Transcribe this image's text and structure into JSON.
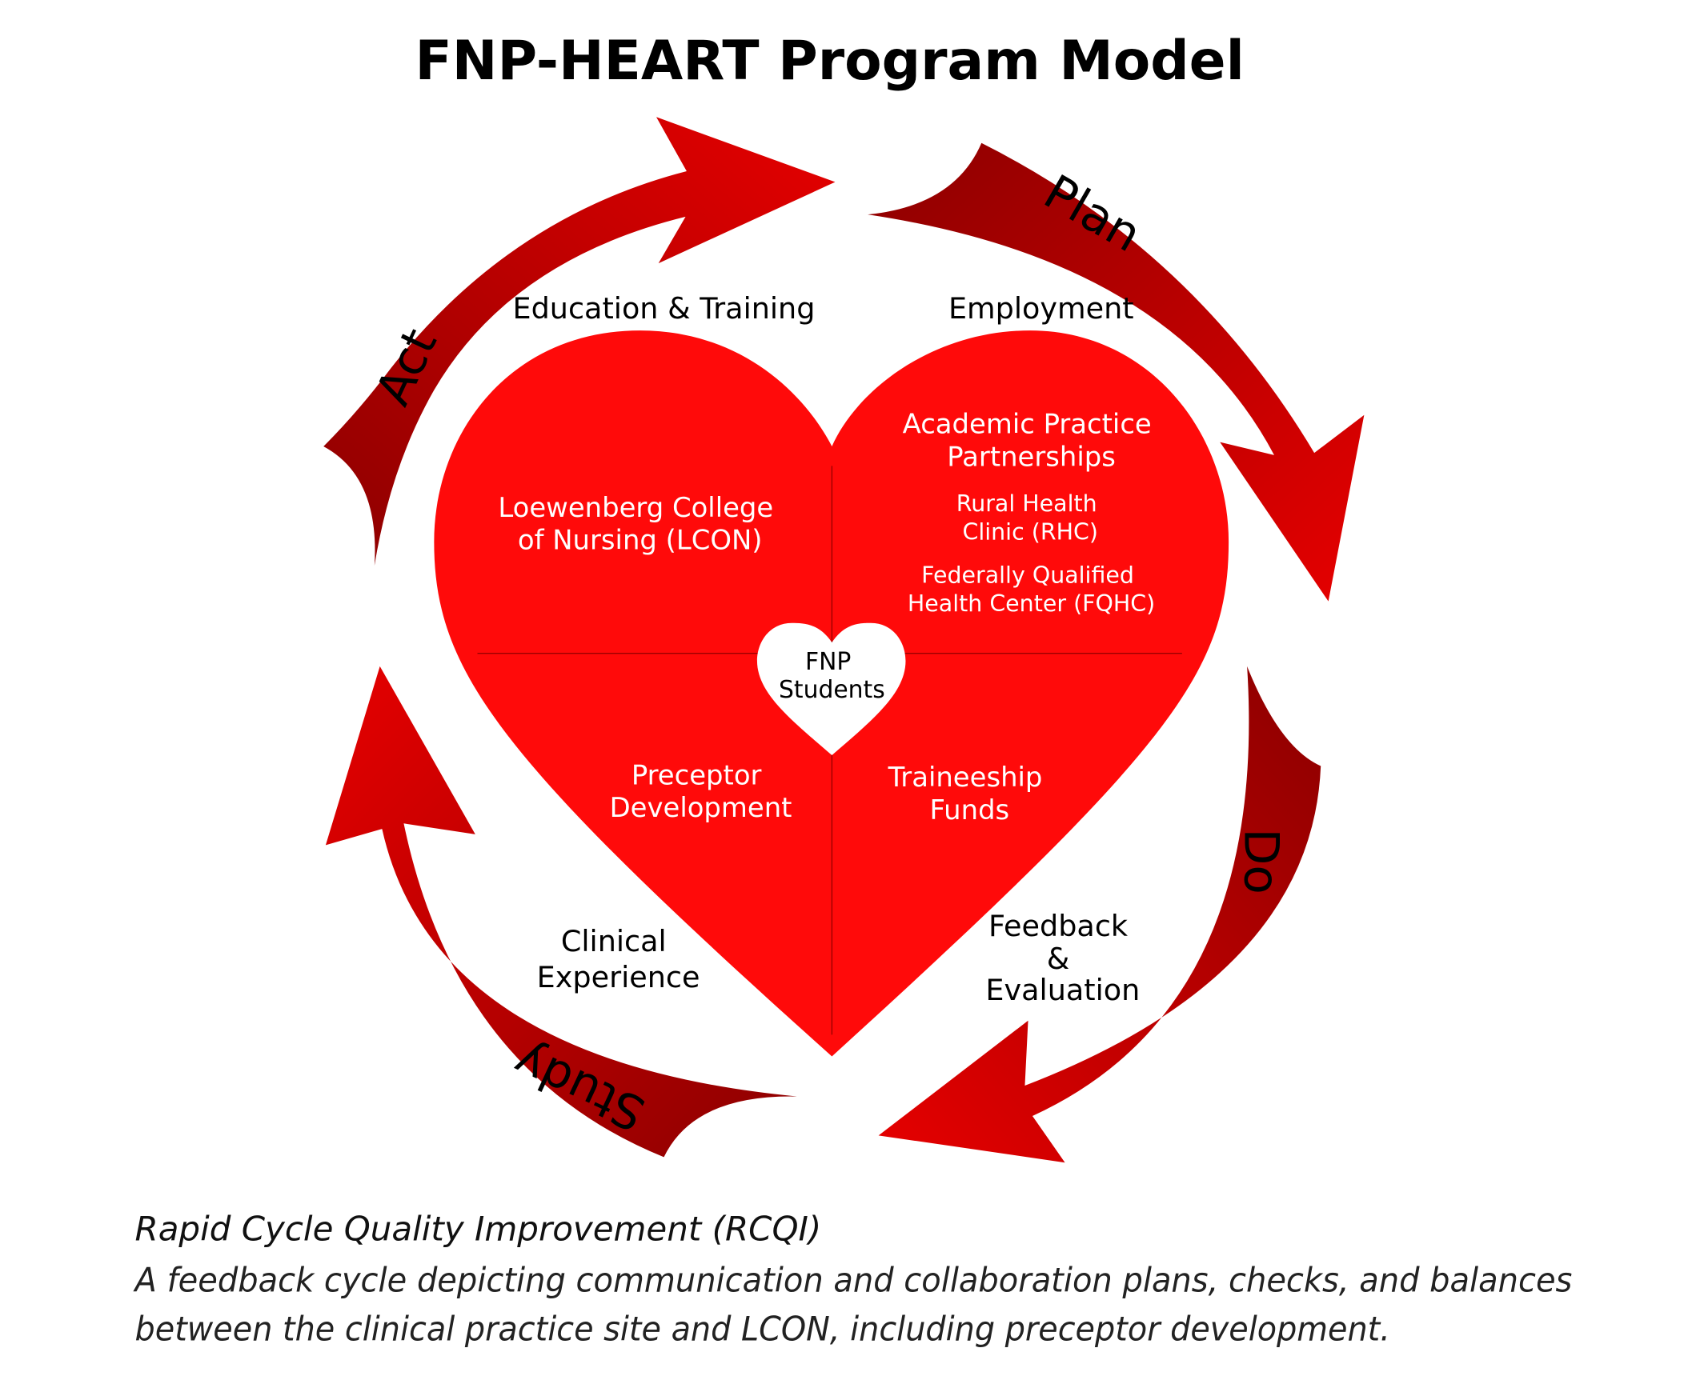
{
  "title": "FNP-HEART Program Model",
  "cycle": {
    "plan": "Plan",
    "do": "Do",
    "study": "Study",
    "act": "Act"
  },
  "outer_labels": {
    "education": "Education & Training",
    "employment": "Employment",
    "clinical": [
      "Clinical",
      "Experience"
    ],
    "feedback": [
      "Feedback",
      "&",
      "Evaluation"
    ]
  },
  "heart": {
    "lcon": [
      "Loewenberg College",
      "of Nursing (LCON)"
    ],
    "app": [
      "Academic Practice",
      "Partnerships"
    ],
    "rhc": [
      "Rural Health",
      "Clinic (RHC)"
    ],
    "fqhc": [
      "Federally Qualified",
      "Health Center (FQHC)"
    ],
    "preceptor": [
      "Preceptor",
      "Development"
    ],
    "traineeship": [
      "Traineeship",
      "Funds"
    ],
    "center": [
      "FNP",
      "Students"
    ]
  },
  "caption": {
    "heading": "Rapid Cycle Quality Improvement (RCQI)",
    "lines": [
      "A feedback cycle depicting communication and collaboration plans, checks, and balances",
      "between the clinical practice site and LCON, including preceptor development."
    ]
  },
  "colors": {
    "heart": "#ff0a0a",
    "arrow_dark": "#8c0000",
    "arrow_light": "#e60000"
  }
}
